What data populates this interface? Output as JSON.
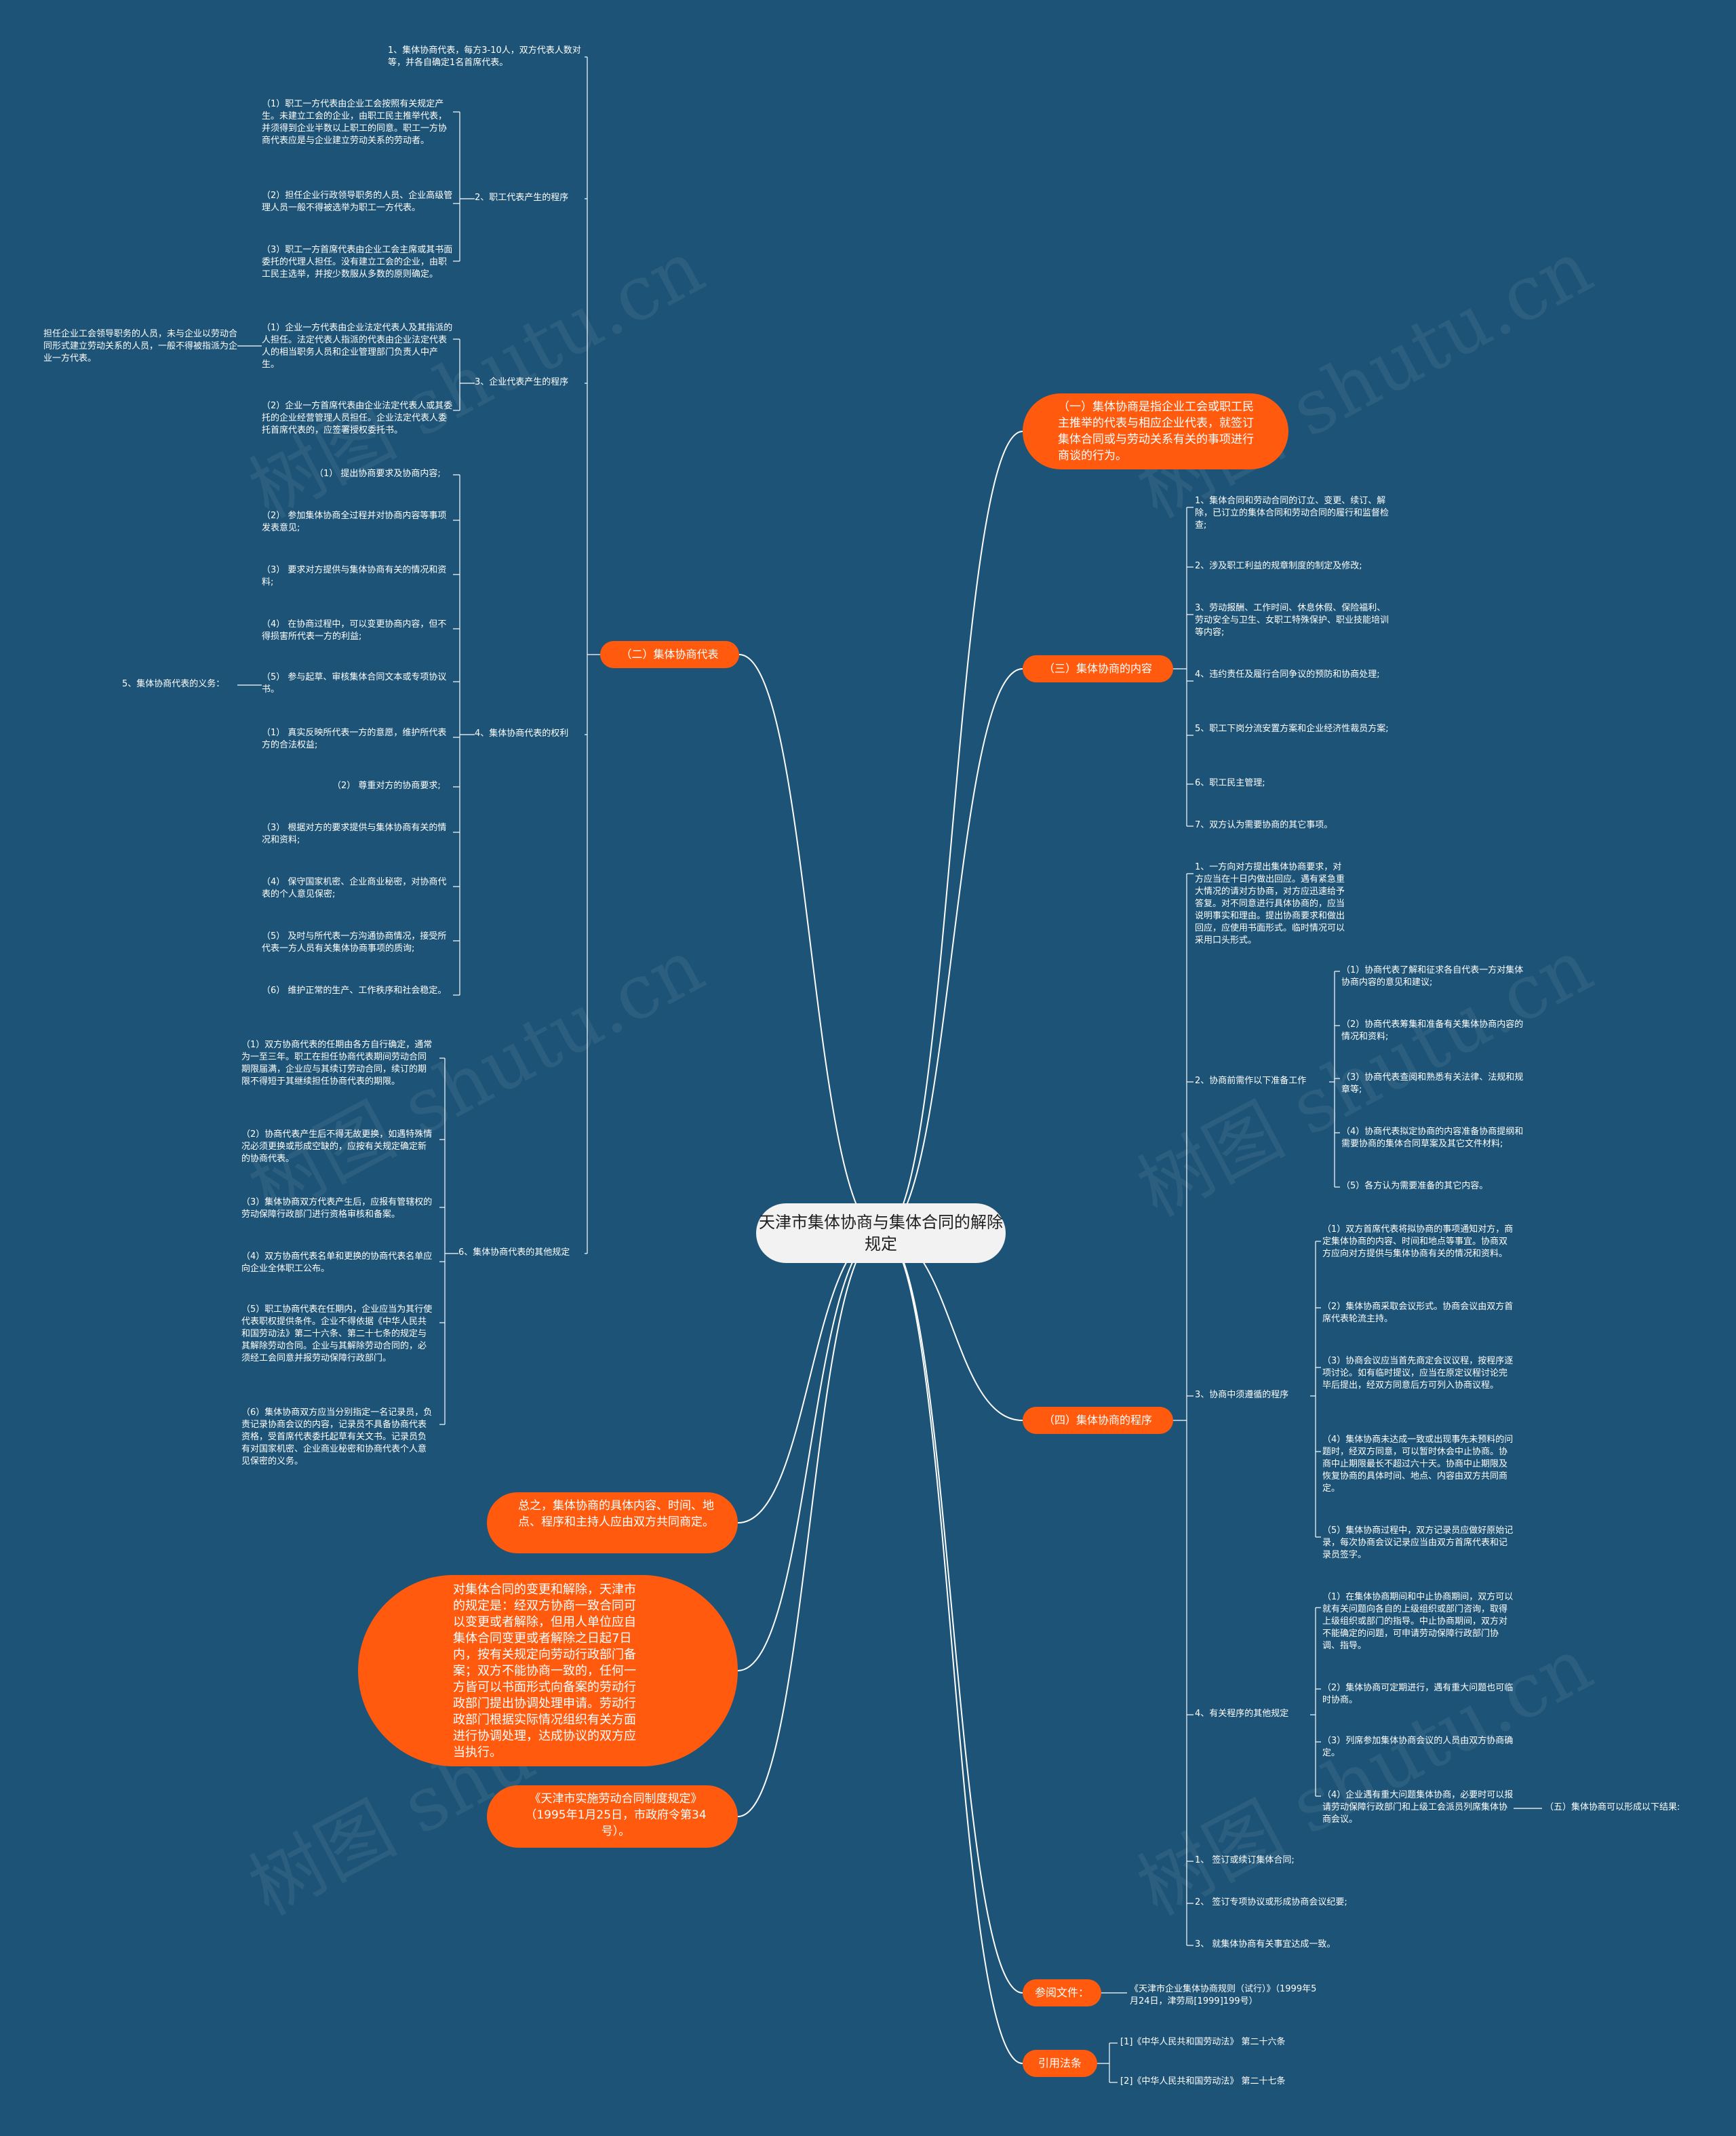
{
  "root": "天津市集体协商与集体合同的解除规定",
  "watermark": "树图 shutu.cn",
  "sec1": "（一）集体协商是指企业工会或职工民主推举的代表与相应企业代表，就签订集体合同或与劳动关系有关的事项进行商谈的行为。",
  "sec2": {
    "label": "（二）集体协商代表",
    "c1": "1、集体协商代表，每方3-10人，双方代表人数对等，并各自确定1名首席代表。",
    "c2": {
      "label": "2、职工代表产生的程序",
      "items": [
        "（1）职工一方代表由企业工会按照有关规定产生。未建立工会的企业，由职工民主推举代表，并须得到企业半数以上职工的同意。职工一方协商代表应是与企业建立劳动关系的劳动者。",
        "（2）担任企业行政领导职务的人员、企业高级管理人员一般不得被选举为职工一方代表。",
        "（3）职工一方首席代表由企业工会主席或其书面委托的代理人担任。没有建立工会的企业，由职工民主选举，并按少数服从多数的原则确定。"
      ]
    },
    "c3": {
      "label": "3、企业代表产生的程序",
      "items": [
        "（1）企业一方代表由企业法定代表人及其指派的人担任。法定代表人指派的代表由企业法定代表人的相当职务人员和企业管理部门负责人中产生。",
        "（2）企业一方首席代表由企业法定代表人或其委托的企业经营管理人员担任。企业法定代表人委托首席代表的，应签署授权委托书。"
      ],
      "note": "担任企业工会领导职务的人员，未与企业以劳动合同形式建立劳动关系的人员，一般不得被指派为企业一方代表。"
    },
    "c4": {
      "label": "4、集体协商代表的权利",
      "items": [
        "（1） 提出协商要求及协商内容;",
        "（2） 参加集体协商全过程并对协商内容等事项发表意见;",
        "（3） 要求对方提供与集体协商有关的情况和资料;",
        "（4） 在协商过程中，可以变更协商内容，但不得损害所代表一方的利益;",
        "（5） 参与起草、审核集体合同文本或专项协议书。"
      ]
    },
    "c5": {
      "label": "5、集体协商代表的义务：",
      "items": [
        "（1） 真实反映所代表一方的意愿，维护所代表方的合法权益;",
        "（2） 尊重对方的协商要求;",
        "（3） 根据对方的要求提供与集体协商有关的情况和资料;",
        "（4） 保守国家机密、企业商业秘密，对协商代表的个人意见保密;",
        "（5） 及时与所代表一方沟通协商情况，接受所代表一方人员有关集体协商事项的质询;",
        "（6） 维护正常的生产、工作秩序和社会稳定。"
      ]
    },
    "c6": {
      "label": "6、集体协商代表的其他规定",
      "items": [
        "（1）双方协商代表的任期由各方自行确定，通常为一至三年。职工在担任协商代表期间劳动合同期限届满，企业应与其续订劳动合同，续订的期限不得短于其继续担任协商代表的期限。",
        "（2）协商代表产生后不得无故更换，如遇特殊情况必须更换或形成空缺的，应按有关规定确定新的协商代表。",
        "（3）集体协商双方代表产生后，应报有管辖权的劳动保障行政部门进行资格审核和备案。",
        "（4）双方协商代表名单和更换的协商代表名单应向企业全体职工公布。",
        "（5）职工协商代表在任期内，企业应当为其行使代表职权提供条件。企业不得依据《中华人民共和国劳动法》第二十六条、第二十七条的规定与其解除劳动合同。企业与其解除劳动合同的，必须经工会同意并报劳动保障行政部门。",
        "（6）集体协商双方应当分别指定一名记录员，负责记录协商会议的内容，记录员不具备协商代表资格，受首席代表委托起草有关文书。记录员负有对国家机密、企业商业秘密和协商代表个人意见保密的义务。"
      ]
    }
  },
  "summary": "总之，集体协商的具体内容、时间、地点、程序和主持人应由双方共同商定。",
  "blob": "对集体合同的变更和解除，天津市的规定是：经双方协商一致合同可以变更或者解除，但用人单位应自集体合同变更或者解除之日起7日内，按有关规定向劳动行政部门备案；双方不能协商一致的，任何一方皆可以书面形式向备案的劳动行政部门提出协调处理申请。劳动行政部门根据实际情况组织有关方面进行协调处理，达成协议的双方应当执行。",
  "reg": "《天津市实施劳动合同制度规定》（1995年1月25日，市政府令第34号）。",
  "sec3": {
    "label": "（三）集体协商的内容",
    "items": [
      "1、集体合同和劳动合同的订立、变更、续订、解除，已订立的集体合同和劳动合同的履行和监督检查;",
      "2、涉及职工利益的规章制度的制定及修改;",
      "3、劳动报酬、工作时间、休息休假、保险福利、劳动安全与卫生、女职工特殊保护、职业技能培训等内容;",
      "4、违约责任及履行合同争议的预防和协商处理;",
      "5、职工下岗分流安置方案和企业经济性裁员方案;",
      "6、职工民主管理;",
      "7、双方认为需要协商的其它事项。"
    ]
  },
  "sec4": {
    "label": "（四）集体协商的程序",
    "c1": "1、一方向对方提出集体协商要求，对方应当在十日内做出回应。遇有紧急重大情况的请对方协商，对方应迅速给予答复。对不同意进行具体协商的，应当说明事实和理由。提出协商要求和做出回应，应使用书面形式。临时情况可以采用口头形式。",
    "c2": {
      "label": "2、协商前需作以下准备工作",
      "items": [
        "（1）协商代表了解和征求各自代表一方对集体协商内容的意见和建议;",
        "（2）协商代表筹集和准备有关集体协商内容的情况和资料;",
        "（3）协商代表查阅和熟悉有关法律、法规和规章等;",
        "（4）协商代表拟定协商的内容准备协商提纲和需要协商的集体合同草案及其它文件材料;",
        "（5）各方认为需要准备的其它内容。"
      ]
    },
    "c3": {
      "label": "3、协商中须遵循的程序",
      "items": [
        "（1）双方首席代表将拟协商的事项通知对方，商定集体协商的内容、时间和地点等事宜。协商双方应向对方提供与集体协商有关的情况和资料。",
        "（2）集体协商采取会议形式。协商会议由双方首席代表轮流主持。",
        "（3）协商会议应当首先商定会议议程，按程序逐项讨论。如有临时提议，应当在原定议程讨论完毕后提出，经双方同意后方可列入协商议程。",
        "（4）集体协商未达成一致或出现事先未预料的问题时，经双方同意，可以暂时休会中止协商。协商中止期限最长不超过六十天。协商中止期限及恢复协商的具体时间、地点、内容由双方共同商定。",
        "（5）集体协商过程中，双方记录员应做好原始记录，每次协商会议记录应当由双方首席代表和记录员签字。"
      ]
    },
    "c4": {
      "label": "4、有关程序的其他规定",
      "items": [
        "（1）在集体协商期间和中止协商期间，双方可以就有关问题向各自的上级组织或部门咨询，取得上级组织或部门的指导。中止协商期间，双方对不能确定的问题，可申请劳动保障行政部门协调、指导。",
        "（2）集体协商可定期进行，遇有重大问题也可临时协商。",
        "（3）列席参加集体协商会议的人员由双方协商确定。",
        "（4）企业遇有重大问题集体协商，必要时可以报请劳动保障行政部门和上级工会派员列席集体协商会议。"
      ]
    },
    "c5": {
      "label": "（五）集体协商可以形成以下结果:",
      "items": [
        "1、 签订或续订集体合同;",
        "2、 签订专项协议或形成协商会议纪要;",
        "3、 就集体协商有关事宜达成一致。"
      ]
    }
  },
  "ref": {
    "label": "参阅文件：",
    "text": "《天津市企业集体协商规则（试行）》（1999年5月24日，津劳局[1999]199号）"
  },
  "law": {
    "label": "引用法条",
    "items": [
      "[1]《中华人民共和国劳动法》 第二十六条",
      "[2]《中华人民共和国劳动法》 第二十七条"
    ]
  }
}
